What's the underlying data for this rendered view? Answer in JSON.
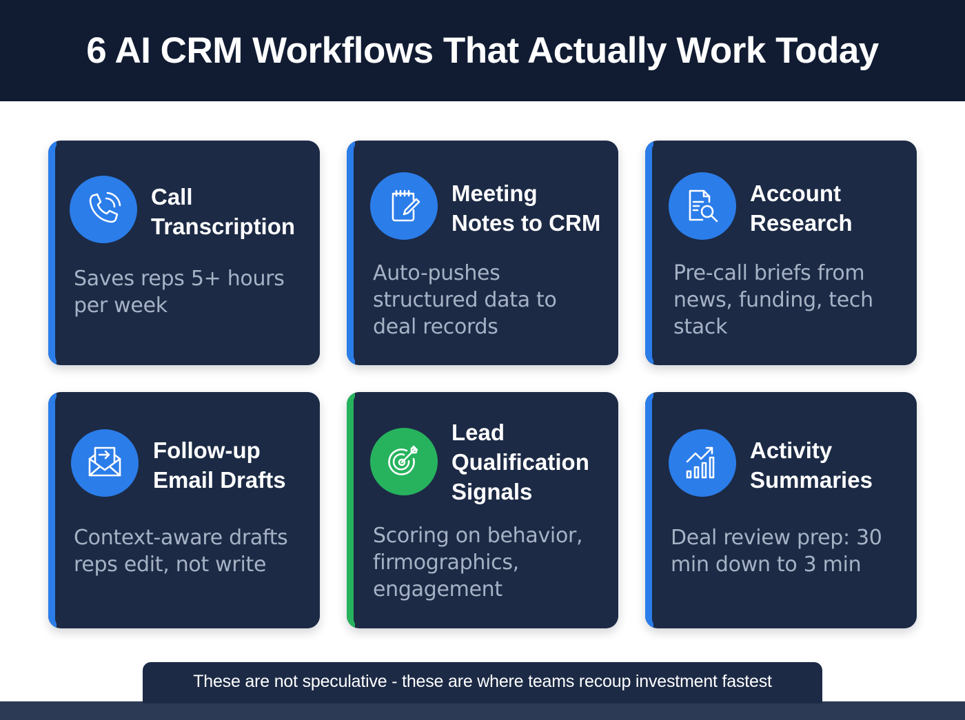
{
  "header": {
    "title": "6 AI CRM Workflows That Actually Work Today"
  },
  "colors": {
    "header_bg": "#111c33",
    "card_bg": "#1c2a45",
    "accent_blue": "#2b7de9",
    "accent_green": "#27b35e",
    "desc_text": "#a6b2c5"
  },
  "cards": [
    {
      "icon": "phone-icon",
      "title_line1": "Call",
      "title_line2": "Transcription",
      "desc_lines": [
        "Saves reps 5+ hours",
        "per week"
      ],
      "accent": "blue"
    },
    {
      "icon": "notepad-pencil-icon",
      "title_line1": "Meeting",
      "title_line2": "Notes to CRM",
      "desc_lines": [
        "Auto-pushes",
        "structured data to",
        "deal records"
      ],
      "accent": "blue"
    },
    {
      "icon": "document-search-icon",
      "title_line1": "Account",
      "title_line2": "Research",
      "desc_lines": [
        "Pre-call briefs from",
        "news, funding, tech",
        "stack"
      ],
      "accent": "blue"
    },
    {
      "icon": "envelope-arrow-icon",
      "title_line1": "Follow-up",
      "title_line2": "Email Drafts",
      "desc_lines": [
        "Context-aware drafts",
        "reps edit, not write"
      ],
      "accent": "blue"
    },
    {
      "icon": "target-arrow-icon",
      "title_line1": "Lead",
      "title_line2": "Qualification",
      "title_line3": "Signals",
      "desc_lines": [
        "Scoring on behavior,",
        "firmographics,",
        "engagement"
      ],
      "accent": "green"
    },
    {
      "icon": "chart-trend-icon",
      "title_line1": "Activity",
      "title_line2": "Summaries",
      "desc_lines": [
        "Deal review prep: 30",
        "min down to 3 min"
      ],
      "accent": "blue"
    }
  ],
  "footer": {
    "note": "These are not speculative - these are where teams recoup investment fastest"
  }
}
